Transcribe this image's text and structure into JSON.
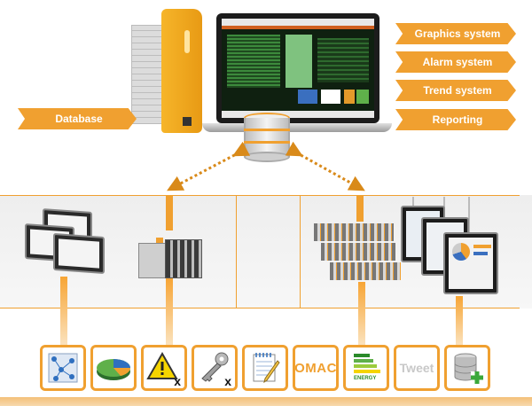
{
  "left_banner": {
    "label": "Database"
  },
  "right_banners": [
    {
      "label": "Graphics system"
    },
    {
      "label": "Alarm system"
    },
    {
      "label": "Trend system"
    },
    {
      "label": "Reporting"
    }
  ],
  "tiles": [
    {
      "name": "network-diagram-icon",
      "text": ""
    },
    {
      "name": "pie-chart-icon",
      "text": ""
    },
    {
      "name": "warning-icon",
      "text": "x"
    },
    {
      "name": "key-icon",
      "text": "x"
    },
    {
      "name": "notepad-icon",
      "text": ""
    },
    {
      "name": "omac-logo",
      "text": "OMAC"
    },
    {
      "name": "energy-label-icon",
      "text": "ENERGY"
    },
    {
      "name": "tweet-icon",
      "text": "Tweet"
    },
    {
      "name": "database-add-icon",
      "text": ""
    }
  ],
  "colors": {
    "accent": "#f0a030",
    "device_orange": "#f3a81f",
    "grey_band": "#eeeeee"
  }
}
